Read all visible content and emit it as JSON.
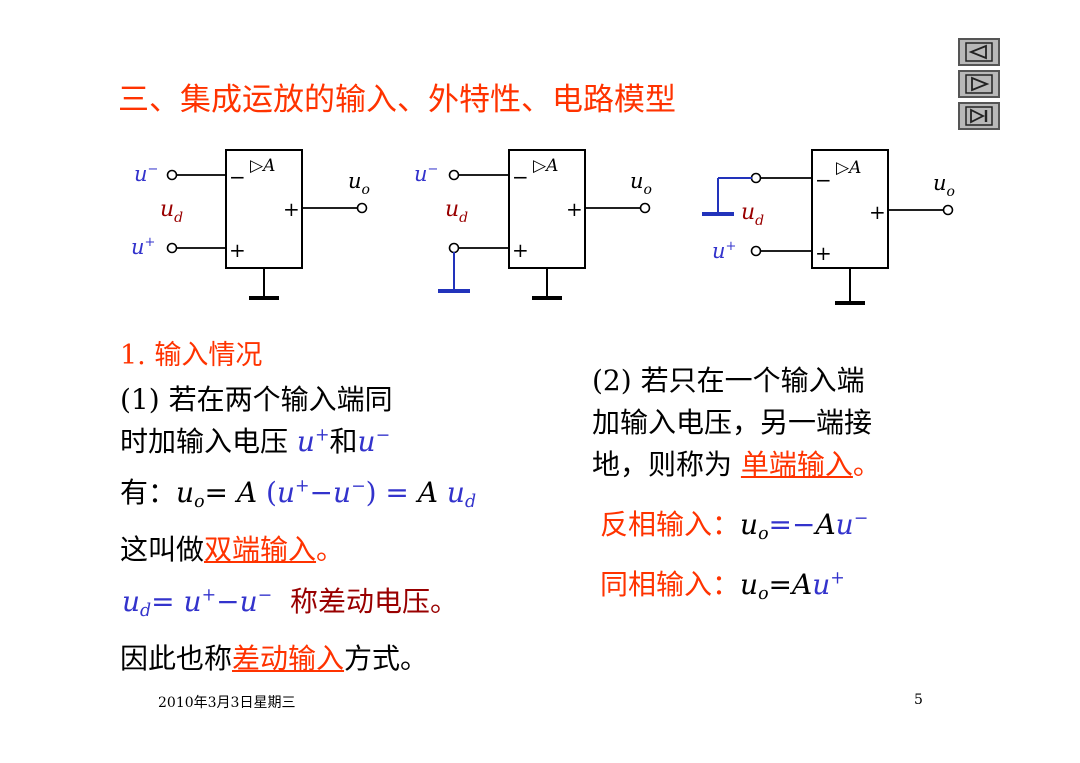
{
  "title": "三、集成运放的输入、外特性、电路模型",
  "section": "1. 输入情况",
  "left": {
    "l1": "(1) 若在两个输入端同",
    "l2a": "时加输入电压 ",
    "l2b": "和",
    "l3a": "有：",
    "l3b": "= ",
    "l3c": "A ",
    "l3d": "(",
    "l3e": "−",
    "l3f": ") = ",
    "l3g": "A ",
    "l4a": "这叫做",
    "l4b": "双端输入",
    "l4c": "。",
    "l5a": "= ",
    "l5b": "−",
    "l5c": "称差动电压。",
    "l6a": "因此也称",
    "l6b": "差动输入",
    "l6c": "方式。"
  },
  "right": {
    "r1": "(2) 若只在一个输入端",
    "r2": "加输入电压，另一端接",
    "r3a": "地，则称为 ",
    "r3b": "单端输入",
    "r3c": "。",
    "r4a": "反相输入：",
    "r4b": "=−",
    "r4c": "A",
    "r5a": "同相输入：",
    "r5b": "=",
    "r5c": "A"
  },
  "symbols": {
    "u": "u",
    "o": "o",
    "d": "d",
    "plus": "+",
    "minus": "−",
    "minus_super": "−",
    "plus_super": "+",
    "tri_A": "▷A",
    "A": "A"
  },
  "footer": {
    "date": "2010年3月3日星期三",
    "page": "5"
  },
  "nav": {
    "prev_icon": "triangle-left-icon",
    "next_icon": "triangle-right-icon",
    "end_icon": "skip-end-icon"
  },
  "colors": {
    "title": "#ff3300",
    "symbol_blue": "#3333cc",
    "dark_red": "#990000",
    "ground_blue": "#2233bb"
  }
}
